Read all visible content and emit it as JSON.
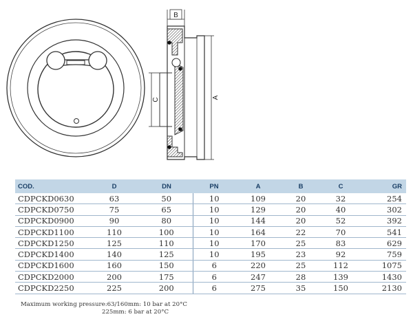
{
  "drawing": {
    "dim_labels": {
      "b": "B",
      "c": "C",
      "a": "A"
    }
  },
  "table": {
    "headers": [
      "COD.",
      "D",
      "DN",
      "PN",
      "A",
      "B",
      "C",
      "GR"
    ],
    "rows": [
      [
        "CDPCKD0630",
        "63",
        "50",
        "10",
        "109",
        "20",
        "32",
        "254"
      ],
      [
        "CDPCKD0750",
        "75",
        "65",
        "10",
        "129",
        "20",
        "40",
        "302"
      ],
      [
        "CDPCKD0900",
        "90",
        "80",
        "10",
        "144",
        "20",
        "52",
        "392"
      ],
      [
        "CDPCKD1100",
        "110",
        "100",
        "10",
        "164",
        "22",
        "70",
        "541"
      ],
      [
        "CDPCKD1250",
        "125",
        "110",
        "10",
        "170",
        "25",
        "83",
        "629"
      ],
      [
        "CDPCKD1400",
        "140",
        "125",
        "10",
        "195",
        "23",
        "92",
        "759"
      ],
      [
        "CDPCKD1600",
        "160",
        "150",
        "6",
        "220",
        "25",
        "112",
        "1075"
      ],
      [
        "CDPCKD2000",
        "200",
        "175",
        "6",
        "247",
        "28",
        "139",
        "1430"
      ],
      [
        "CDPCKD2250",
        "225",
        "200",
        "6",
        "275",
        "35",
        "150",
        "2130"
      ]
    ]
  },
  "notes": {
    "line1": "Maximum working pressure:63/160mm: 10 bar at 20°C",
    "line2": "225mm: 6 bar at 20°C"
  }
}
